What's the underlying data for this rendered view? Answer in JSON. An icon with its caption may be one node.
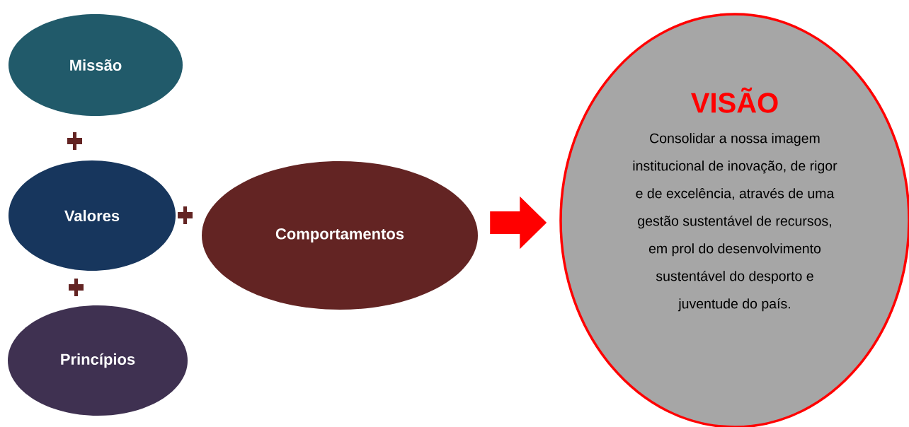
{
  "diagram": {
    "nodes": [
      {
        "text": [
          "Missão"
        ]
      },
      {
        "text": [
          "Valores"
        ]
      },
      {
        "text": [
          "Princípios"
        ]
      },
      {
        "text": [
          "Comportamentos"
        ]
      },
      {
        "text": [
          "VISÃO",
          "Consolidar a nossa imagem institucional de inovação, de rigor e de excelência, através de uma gestão sustentável de recursos, em prol do desenvolvimento sustentável do desporto e juventude do país."
        ]
      }
    ],
    "edges": [
      {
        "from": 3,
        "to": 4,
        "arrow": "to",
        "color": "#ff0000"
      }
    ]
  }
}
